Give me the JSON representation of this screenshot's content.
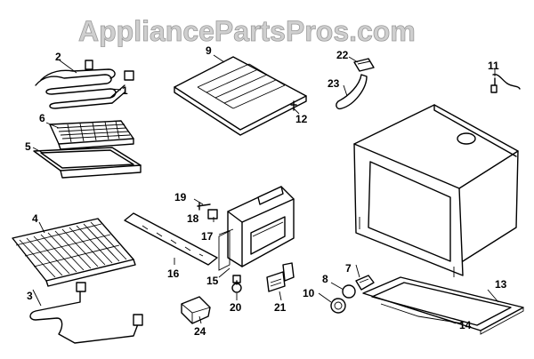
{
  "watermark": "AppliancePartsPros.com",
  "callouts": {
    "c1": "1",
    "c2": "2",
    "c3": "3",
    "c4": "4",
    "c5": "5",
    "c6": "6",
    "c7": "7",
    "c8": "8",
    "c9": "9",
    "c10": "10",
    "c11": "11",
    "c12": "12",
    "c13": "13",
    "c14": "14",
    "c15": "15",
    "c16": "16",
    "c17": "17",
    "c18": "18",
    "c19": "19",
    "c20": "20",
    "c21": "21",
    "c22": "22",
    "c23": "23",
    "c24": "24"
  }
}
